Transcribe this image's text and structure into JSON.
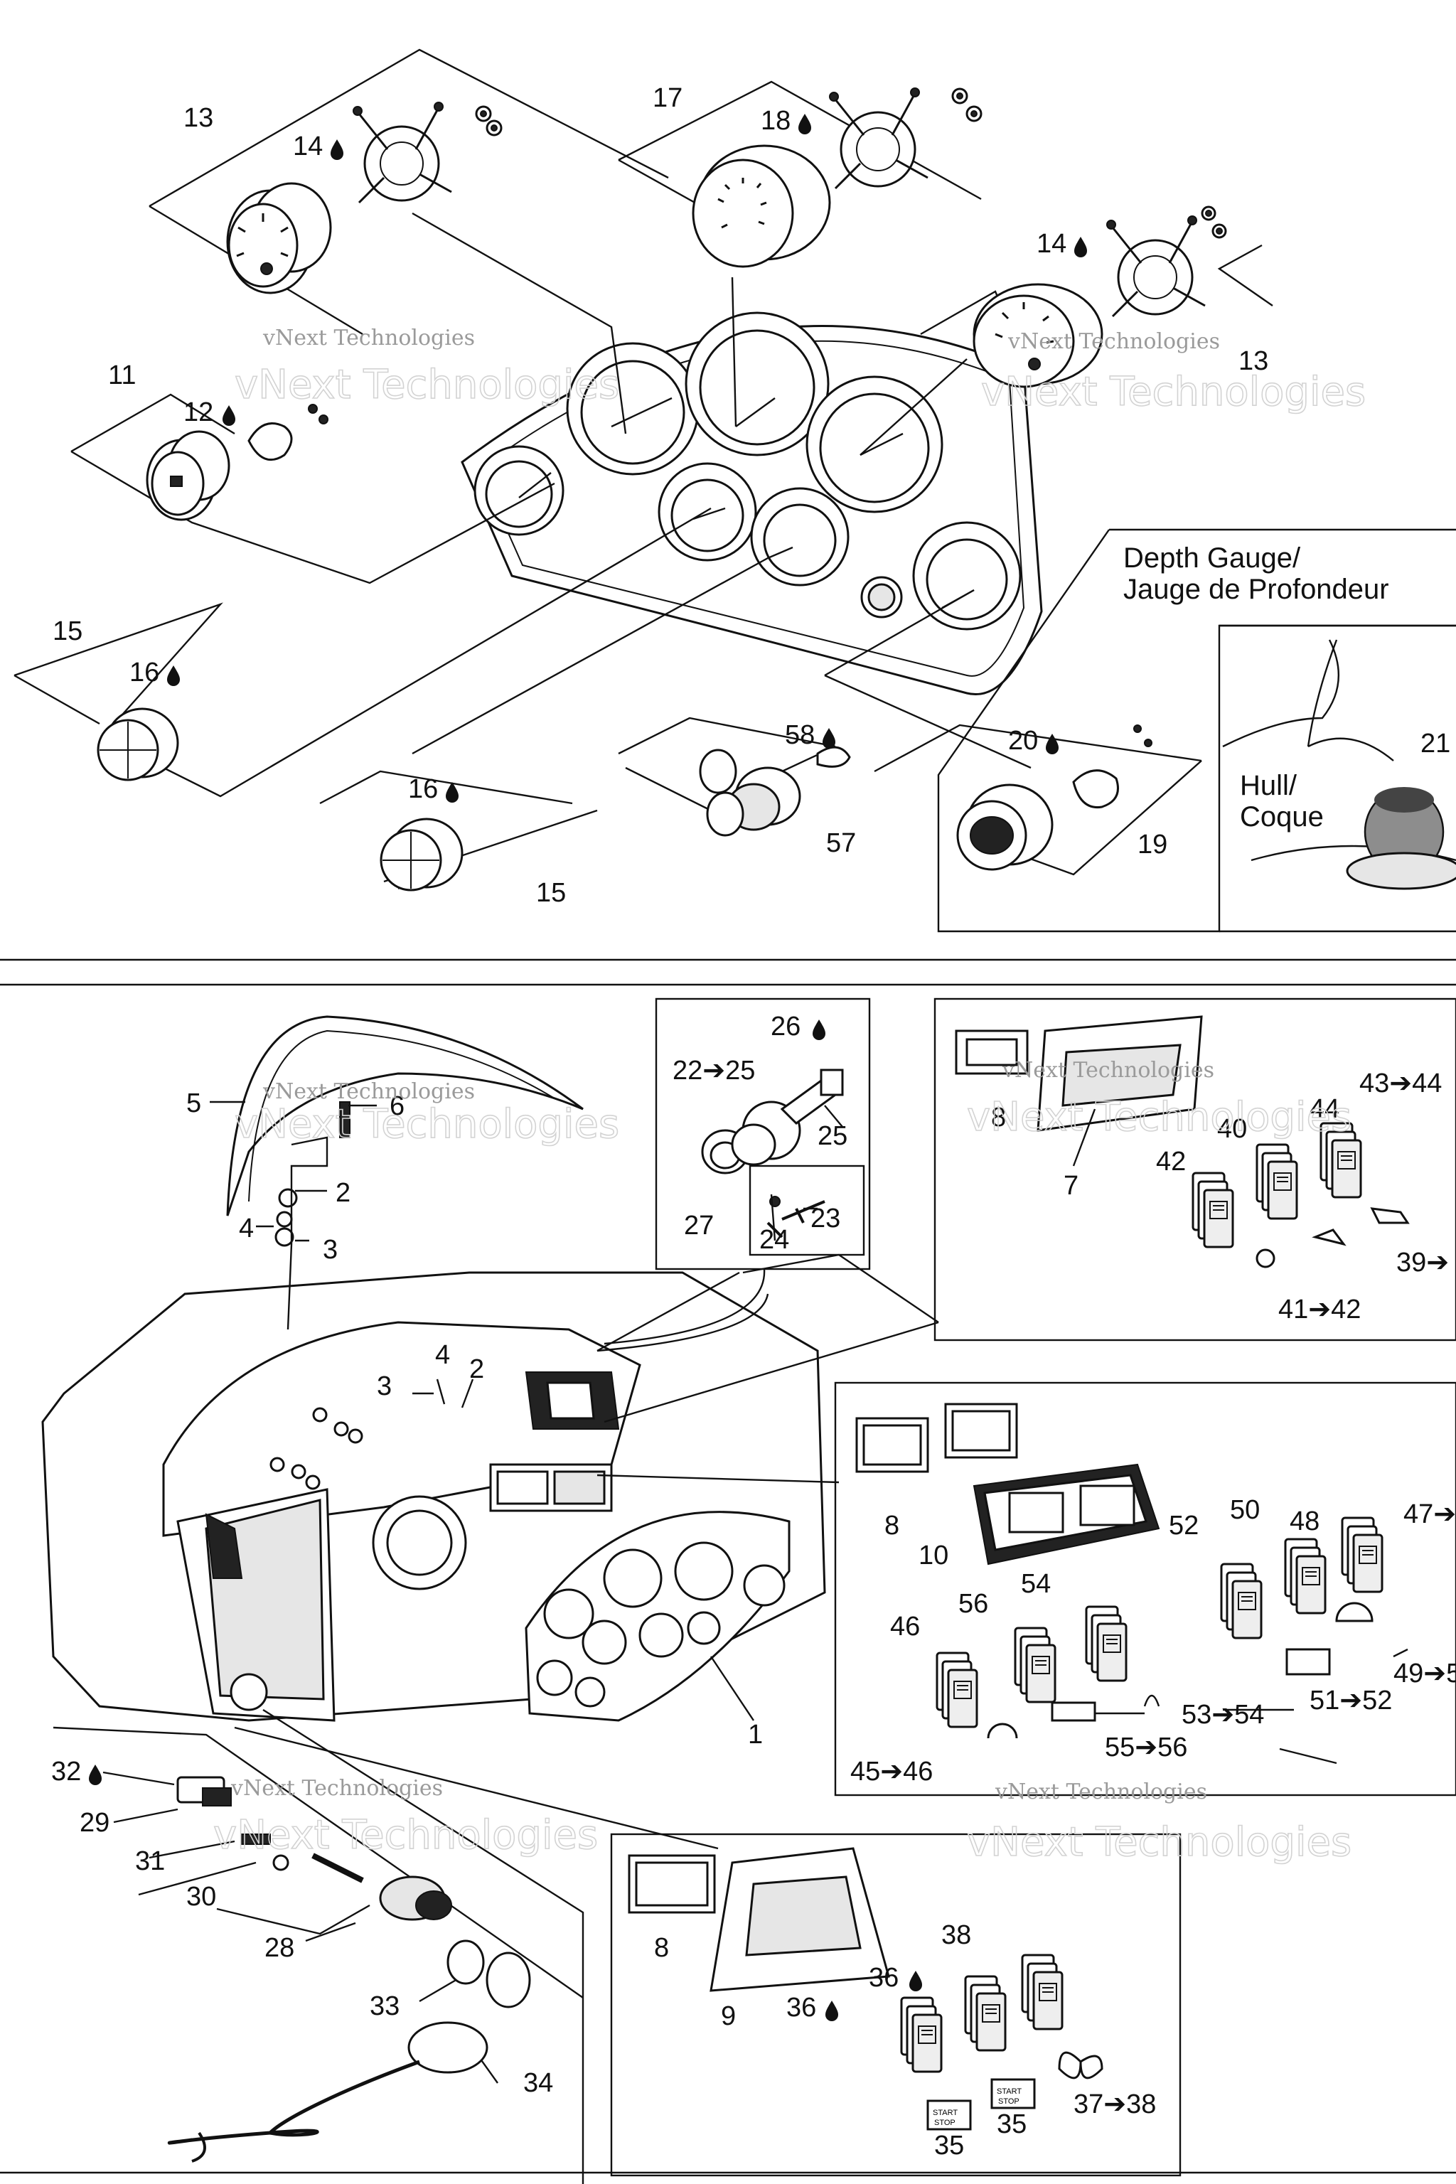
{
  "diagram": {
    "labels": [
      {
        "key": "c13a",
        "text": "13"
      },
      {
        "key": "c14a",
        "text": "14"
      },
      {
        "key": "c17",
        "text": "17"
      },
      {
        "key": "c18",
        "text": "18"
      },
      {
        "key": "c14b",
        "text": "14"
      },
      {
        "key": "c13b",
        "text": "13"
      },
      {
        "key": "c11",
        "text": "11"
      },
      {
        "key": "c12",
        "text": "12"
      },
      {
        "key": "c15a",
        "text": "15"
      },
      {
        "key": "c16a",
        "text": "16"
      },
      {
        "key": "c16b",
        "text": "16"
      },
      {
        "key": "c15b",
        "text": "15"
      },
      {
        "key": "c58",
        "text": "58"
      },
      {
        "key": "c57",
        "text": "57"
      },
      {
        "key": "c20",
        "text": "20"
      },
      {
        "key": "c19",
        "text": "19"
      },
      {
        "key": "c21",
        "text": "21"
      },
      {
        "key": "c26",
        "text": "26"
      },
      {
        "key": "c2225",
        "text": "22➔25"
      },
      {
        "key": "c25",
        "text": "25"
      },
      {
        "key": "c27",
        "text": "27"
      },
      {
        "key": "c24",
        "text": "24"
      },
      {
        "key": "c23",
        "text": "23"
      },
      {
        "key": "c5",
        "text": "5"
      },
      {
        "key": "c6",
        "text": "6"
      },
      {
        "key": "c2a",
        "text": "2"
      },
      {
        "key": "c4a",
        "text": "4"
      },
      {
        "key": "c3a",
        "text": "3"
      },
      {
        "key": "c4b",
        "text": "4"
      },
      {
        "key": "c3b",
        "text": "3"
      },
      {
        "key": "c2b",
        "text": "2"
      },
      {
        "key": "c1",
        "text": "1"
      },
      {
        "key": "c8a",
        "text": "8"
      },
      {
        "key": "c7",
        "text": "7"
      },
      {
        "key": "c4344",
        "text": "43➔44"
      },
      {
        "key": "c44a",
        "text": "44"
      },
      {
        "key": "c40",
        "text": "40"
      },
      {
        "key": "c42",
        "text": "42"
      },
      {
        "key": "c39",
        "text": "39➔"
      },
      {
        "key": "c4142",
        "text": "41➔42"
      },
      {
        "key": "c8b",
        "text": "8"
      },
      {
        "key": "c10",
        "text": "10"
      },
      {
        "key": "c48",
        "text": "48"
      },
      {
        "key": "c50",
        "text": "50"
      },
      {
        "key": "c52",
        "text": "52"
      },
      {
        "key": "c47",
        "text": "47➔"
      },
      {
        "key": "c56",
        "text": "56"
      },
      {
        "key": "c54",
        "text": "54"
      },
      {
        "key": "c46",
        "text": "46"
      },
      {
        "key": "c49",
        "text": "49➔5"
      },
      {
        "key": "c5152",
        "text": "51➔52"
      },
      {
        "key": "c5354",
        "text": "53➔54"
      },
      {
        "key": "c5556",
        "text": "55➔56"
      },
      {
        "key": "c4546",
        "text": "45➔46"
      },
      {
        "key": "c32",
        "text": "32"
      },
      {
        "key": "c29",
        "text": "29"
      },
      {
        "key": "c31",
        "text": "31"
      },
      {
        "key": "c30",
        "text": "30"
      },
      {
        "key": "c28",
        "text": "28"
      },
      {
        "key": "c33",
        "text": "33"
      },
      {
        "key": "c34",
        "text": "34"
      },
      {
        "key": "c8c",
        "text": "8"
      },
      {
        "key": "c9",
        "text": "9"
      },
      {
        "key": "c38",
        "text": "38"
      },
      {
        "key": "c36a",
        "text": "36"
      },
      {
        "key": "c36b",
        "text": "36"
      },
      {
        "key": "c3738",
        "text": "37➔38"
      },
      {
        "key": "c35a",
        "text": "35"
      },
      {
        "key": "c35b",
        "text": "35"
      }
    ],
    "depth_title_1": "Depth Gauge/",
    "depth_title_2": "Jauge de Profondeur",
    "hull_1": "Hull/",
    "hull_2": "Coque",
    "start_stop_1": "START",
    "start_stop_2": "STOP",
    "watermark_line1": "vNext Technologies",
    "watermark_line2": "vNext Technologies"
  }
}
